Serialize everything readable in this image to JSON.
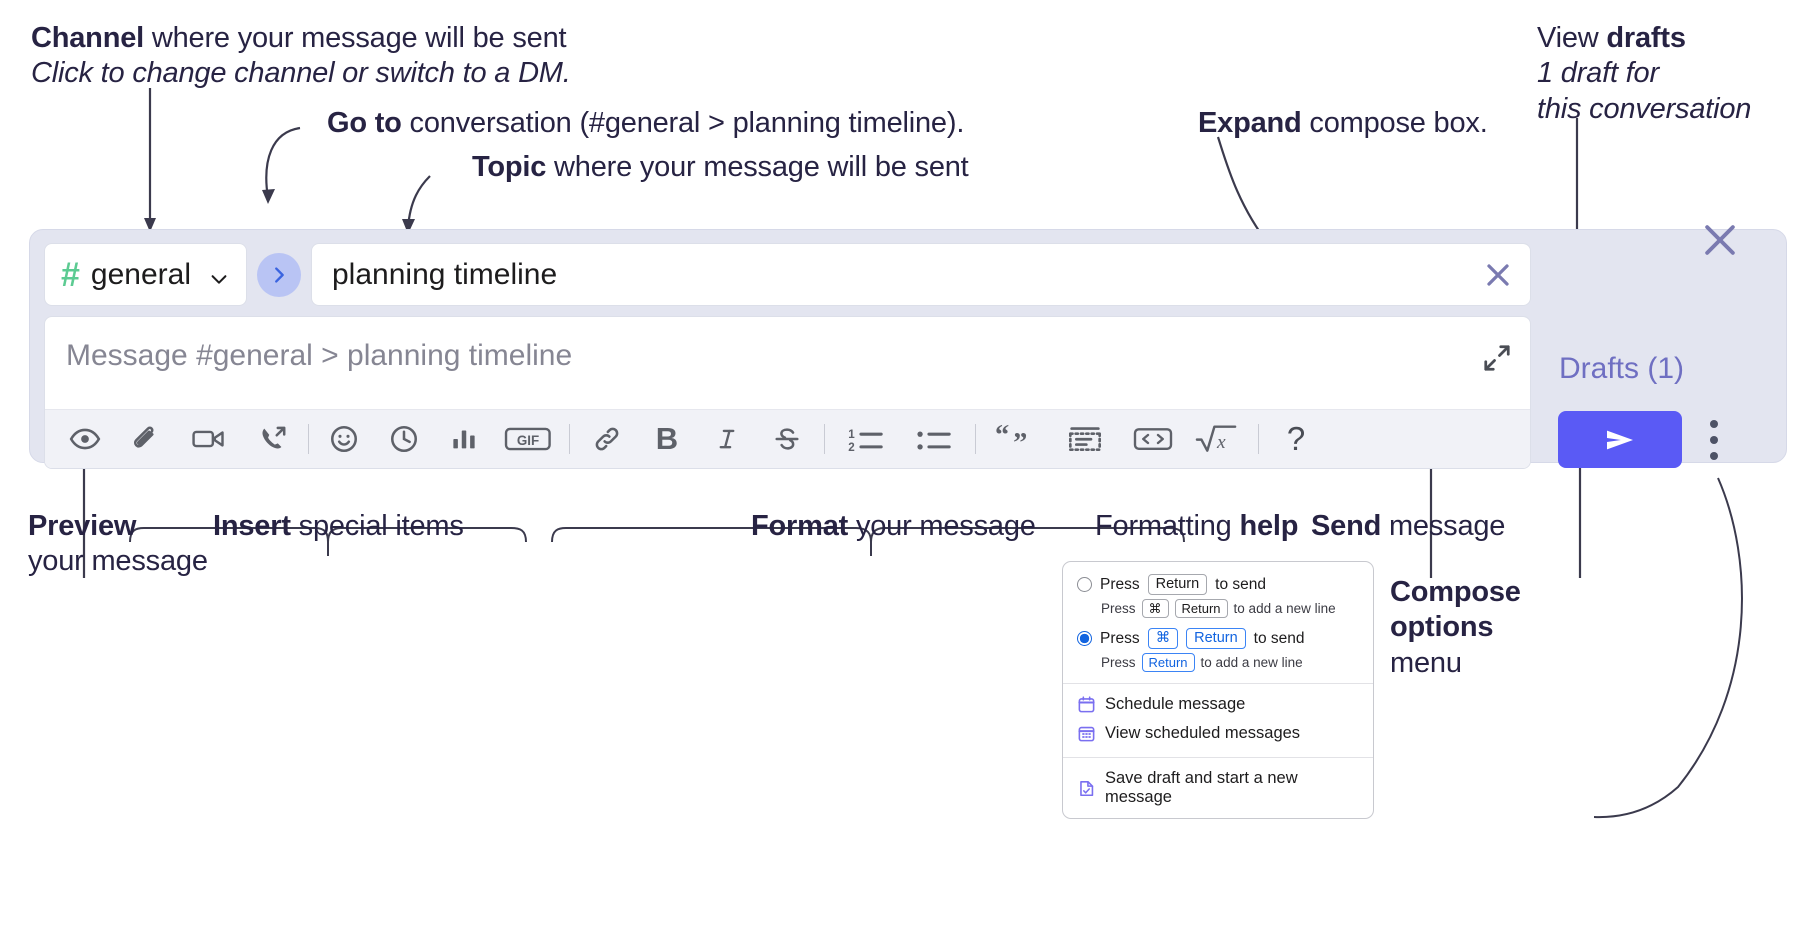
{
  "annotations": {
    "channel": {
      "title_bold": "Channel",
      "title_rest": " where your message will be sent",
      "subtitle": "Click to change channel or switch to a DM."
    },
    "goto": {
      "bold": "Go to",
      "rest": " conversation (#general > planning timeline)."
    },
    "topic": {
      "bold": "Topic",
      "rest": " where your message will be sent"
    },
    "expand": {
      "bold": "Expand",
      "rest": " compose box."
    },
    "drafts": {
      "line1_rest": "View ",
      "line1_bold": "drafts",
      "line2": "1 draft for",
      "line3": "this conversation"
    },
    "preview": {
      "bold": "Preview",
      "line2": "your message"
    },
    "insert": {
      "bold": "Insert",
      "rest": " special items"
    },
    "format": {
      "bold": "Format",
      "rest": " your message"
    },
    "formatting_help": {
      "rest": "Formatting ",
      "bold": "help"
    },
    "send": {
      "bold": "Send",
      "rest": " message"
    },
    "compose_options": {
      "line1": "Compose",
      "line2": "options",
      "line3": "menu"
    }
  },
  "compose": {
    "channel_name": "general",
    "channel_icon": "hash-icon",
    "channel_dropdown_icon": "chevron-down-icon",
    "goto_icon": "chevron-right-icon",
    "topic_value": "planning timeline",
    "topic_clear_icon": "close-x-icon",
    "message_placeholder": "Message #general > planning timeline",
    "expand_icon": "expand-diagonal-icon",
    "drafts_label": "Drafts (1)",
    "send_icon": "paper-plane-icon",
    "compose_options_icon": "kebab-menu-icon",
    "close_icon": "close-x-icon",
    "colors": {
      "panel_bg": "#e3e5f0",
      "field_bg": "#ffffff",
      "toolbar_bg": "#f1f2f7",
      "hash_green": "#5ccb92",
      "goto_circle": "#b9c4f4",
      "send_button": "#5a5af5",
      "drafts_text": "#6f6fc2",
      "icon_gray": "#5e6169"
    },
    "toolbar": [
      {
        "name": "preview-icon",
        "group": "preview"
      },
      {
        "name": "attachment-icon",
        "group": "insert"
      },
      {
        "name": "video-clip-icon",
        "group": "insert"
      },
      {
        "name": "audio-clip-icon",
        "group": "insert"
      },
      {
        "name": "emoji-icon",
        "group": "insert"
      },
      {
        "name": "clock-icon",
        "group": "insert"
      },
      {
        "name": "poll-icon",
        "group": "insert"
      },
      {
        "name": "gif-icon",
        "group": "insert",
        "label": "GIF"
      },
      {
        "name": "link-icon",
        "group": "format"
      },
      {
        "name": "bold-icon",
        "group": "format",
        "label": "B"
      },
      {
        "name": "italic-icon",
        "group": "format",
        "label": "I"
      },
      {
        "name": "strikethrough-icon",
        "group": "format"
      },
      {
        "name": "ordered-list-icon",
        "group": "format"
      },
      {
        "name": "bulleted-list-icon",
        "group": "format"
      },
      {
        "name": "blockquote-icon",
        "group": "format"
      },
      {
        "name": "code-block-icon",
        "group": "format"
      },
      {
        "name": "inline-code-icon",
        "group": "format"
      },
      {
        "name": "math-icon",
        "group": "format"
      },
      {
        "name": "formatting-help-icon",
        "group": "help",
        "label": "?"
      }
    ]
  },
  "menu": {
    "option1": {
      "main_pre": "Press",
      "main_key": "Return",
      "main_post": "to send",
      "sub_pre": "Press",
      "sub_key1": "⌘",
      "sub_key2": "Return",
      "sub_post": "to add a new line",
      "selected": false
    },
    "option2": {
      "main_pre": "Press",
      "main_key1": "⌘",
      "main_key2": "Return",
      "main_post": "to send",
      "sub_pre": "Press",
      "sub_key": "Return",
      "sub_post": "to add a new line",
      "selected": true
    },
    "items": [
      {
        "label": "Schedule message",
        "icon": "calendar-icon"
      },
      {
        "label": "View scheduled messages",
        "icon": "calendar-grid-icon"
      },
      {
        "label": "Save draft and start a new message",
        "icon": "document-check-icon"
      }
    ]
  }
}
